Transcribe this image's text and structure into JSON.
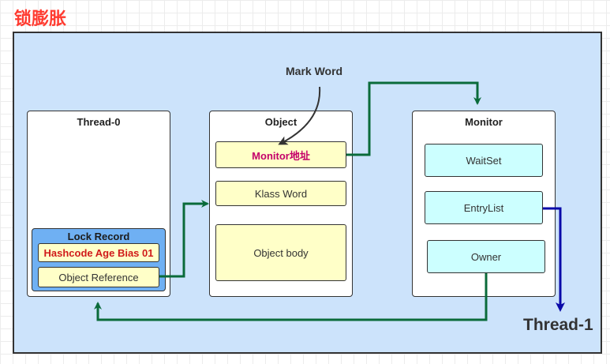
{
  "title": "锁膨胀",
  "thread0": {
    "title": "Thread-0",
    "lock_record": {
      "title": "Lock Record",
      "hashcode": "Hashcode Age Bias 01",
      "object_reference": "Object Reference"
    }
  },
  "object": {
    "title": "Object",
    "monitor_address": "Monitor地址",
    "klass_word": "Klass Word",
    "object_body": "Object body"
  },
  "monitor": {
    "title": "Monitor",
    "waitset": "WaitSet",
    "entrylist": "EntryList",
    "owner": "Owner"
  },
  "mark_word_label": "Mark Word",
  "thread1_label": "Thread-1",
  "colors": {
    "canvas_bg": "#cce3fb",
    "arrow_green": "#0a6b3a",
    "arrow_blue": "#0a0aa8",
    "yellow_cell": "#ffffc8",
    "cyan_cell": "#ccffff",
    "lock_record_bg": "#6fb0f3"
  }
}
